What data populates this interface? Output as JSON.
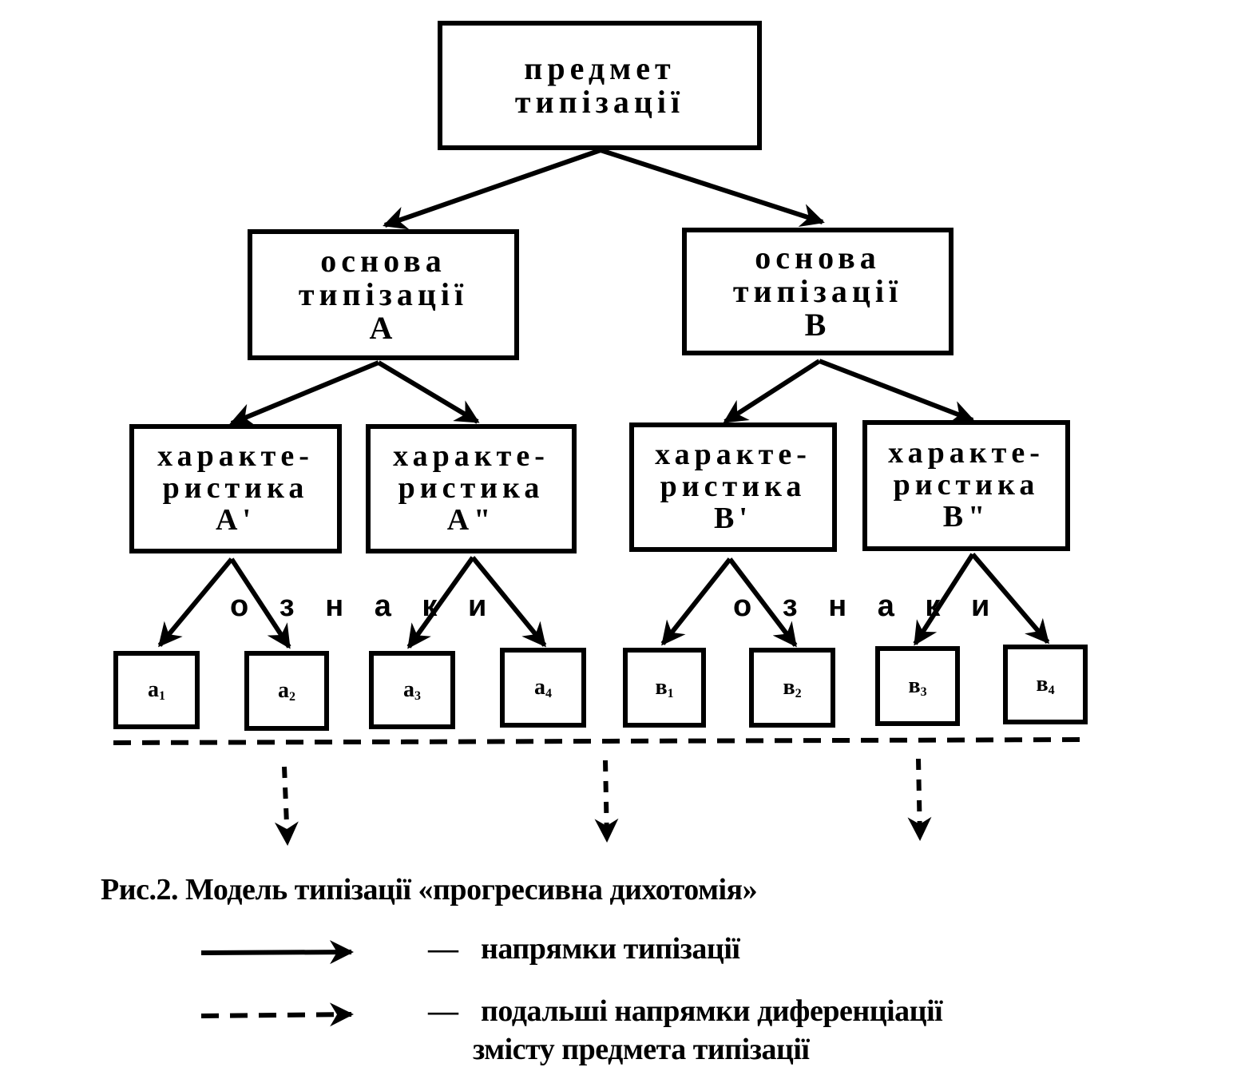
{
  "root": {
    "line1": "предмет",
    "line2": "типізації"
  },
  "bases": [
    {
      "line1": "основа",
      "line2": "типізації",
      "letter": "А"
    },
    {
      "line1": "основа",
      "line2": "типізації",
      "letter": "В"
    }
  ],
  "characteristics": [
    {
      "line1": "характе-",
      "line2": "ристика",
      "letter": "А'"
    },
    {
      "line1": "характе-",
      "line2": "ристика",
      "letter": "А\""
    },
    {
      "line1": "характе-",
      "line2": "ристика",
      "letter": "В'"
    },
    {
      "line1": "характе-",
      "line2": "ристика",
      "letter": "В\""
    }
  ],
  "features_label": "о з н а к и",
  "features": [
    {
      "base": "а",
      "sub": "1"
    },
    {
      "base": "а",
      "sub": "2"
    },
    {
      "base": "а",
      "sub": "3"
    },
    {
      "base": "а",
      "sub": "4"
    },
    {
      "base": "в",
      "sub": "1"
    },
    {
      "base": "в",
      "sub": "2"
    },
    {
      "base": "в",
      "sub": "3"
    },
    {
      "base": "в",
      "sub": "4"
    }
  ],
  "caption": "Рис.2. Модель типізації «прогресивна дихотомія»",
  "legend": {
    "dash": "—",
    "solid_label": "напрямки типізації",
    "dashed_label_line1": "подальші напрямки диференціації",
    "dashed_label_line2": "змісту предмета типізації"
  }
}
